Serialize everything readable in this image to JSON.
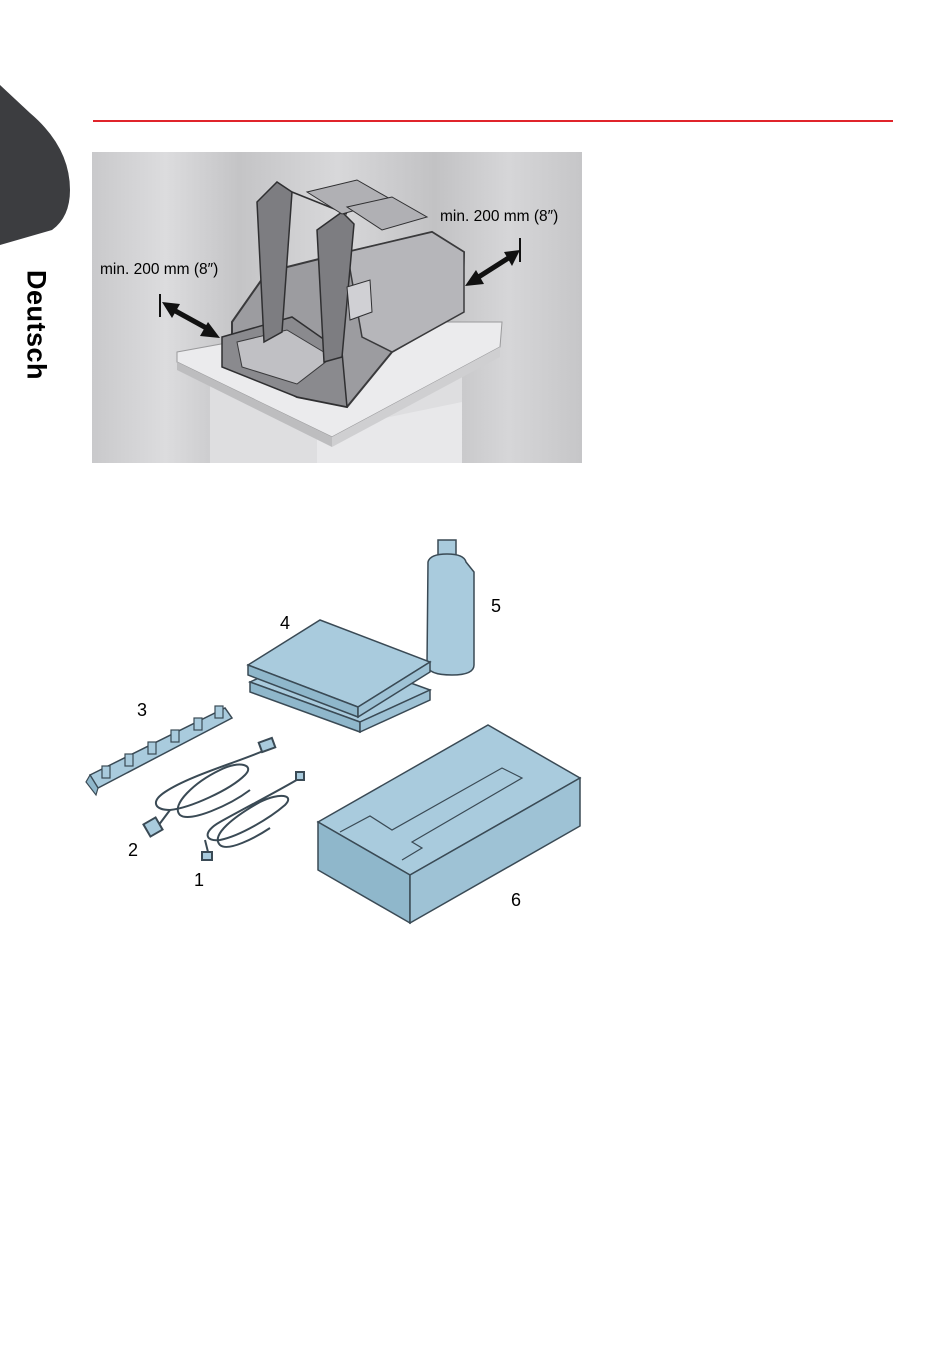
{
  "sidebar": {
    "language": "Deutsch",
    "tab_color": "#3c3d40"
  },
  "accent_color": "#e0242b",
  "clearance_figure": {
    "left_label": "min. 200 mm (8″)",
    "right_label": "min. 200 mm (8″)"
  },
  "parts_figure": {
    "items": [
      {
        "number": "1",
        "icon": "data-cable-icon"
      },
      {
        "number": "2",
        "icon": "power-cord-icon"
      },
      {
        "number": "3",
        "icon": "roller-rail-icon"
      },
      {
        "number": "4",
        "icon": "foam-sheets-icon"
      },
      {
        "number": "5",
        "icon": "bottle-icon"
      },
      {
        "number": "6",
        "icon": "packing-box-icon"
      }
    ],
    "fill_color": "#a9cbdd"
  }
}
